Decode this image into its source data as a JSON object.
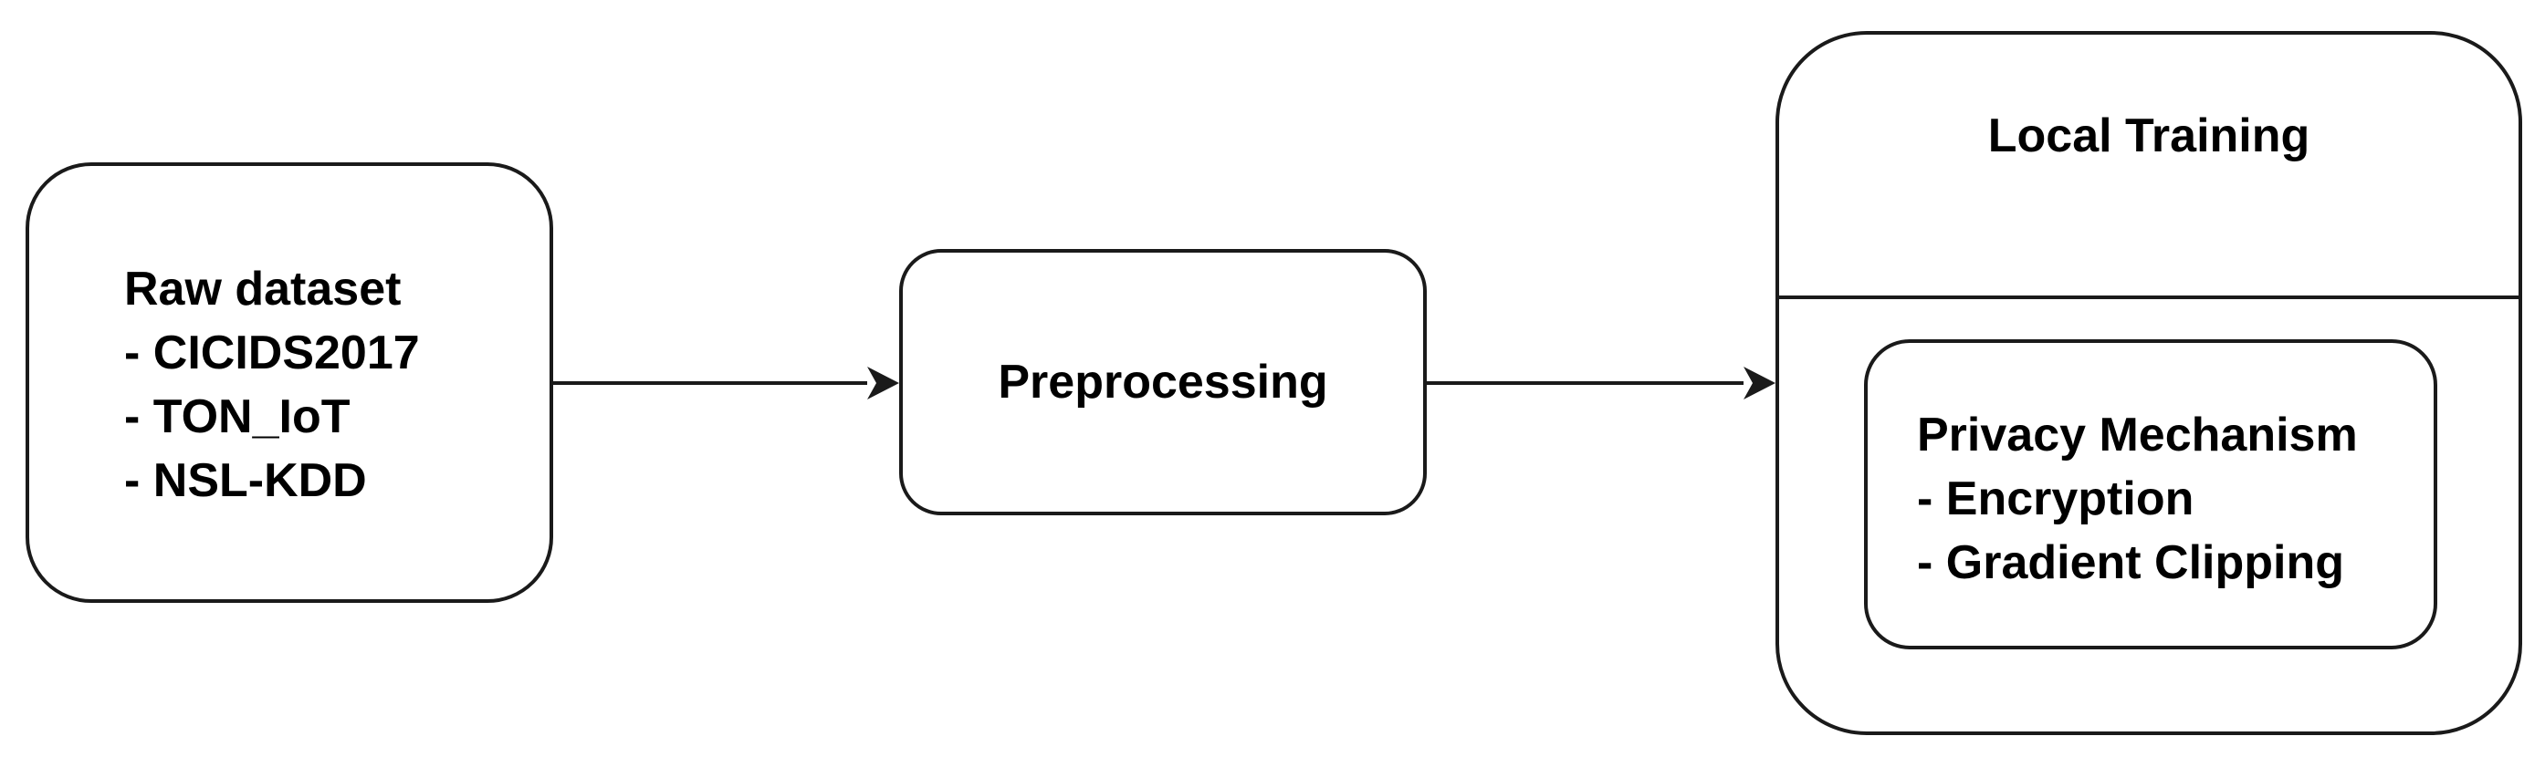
{
  "nodes": {
    "raw_dataset": {
      "title": "Raw dataset",
      "items": [
        "- CICIDS2017",
        "- TON_IoT",
        "- NSL-KDD"
      ]
    },
    "preprocessing": {
      "title": "Preprocessing"
    },
    "local_training": {
      "title": "Local Training",
      "privacy_mechanism": {
        "title": "Privacy Mechanism",
        "items": [
          "- Encryption",
          "- Gradient Clipping"
        ]
      }
    }
  },
  "edges": [
    {
      "from": "Raw dataset",
      "to": "Preprocessing"
    },
    {
      "from": "Preprocessing",
      "to": "Local Training"
    }
  ],
  "colors": {
    "stroke": "#1a1a1a",
    "fill": "#ffffff",
    "text": "#000000"
  }
}
